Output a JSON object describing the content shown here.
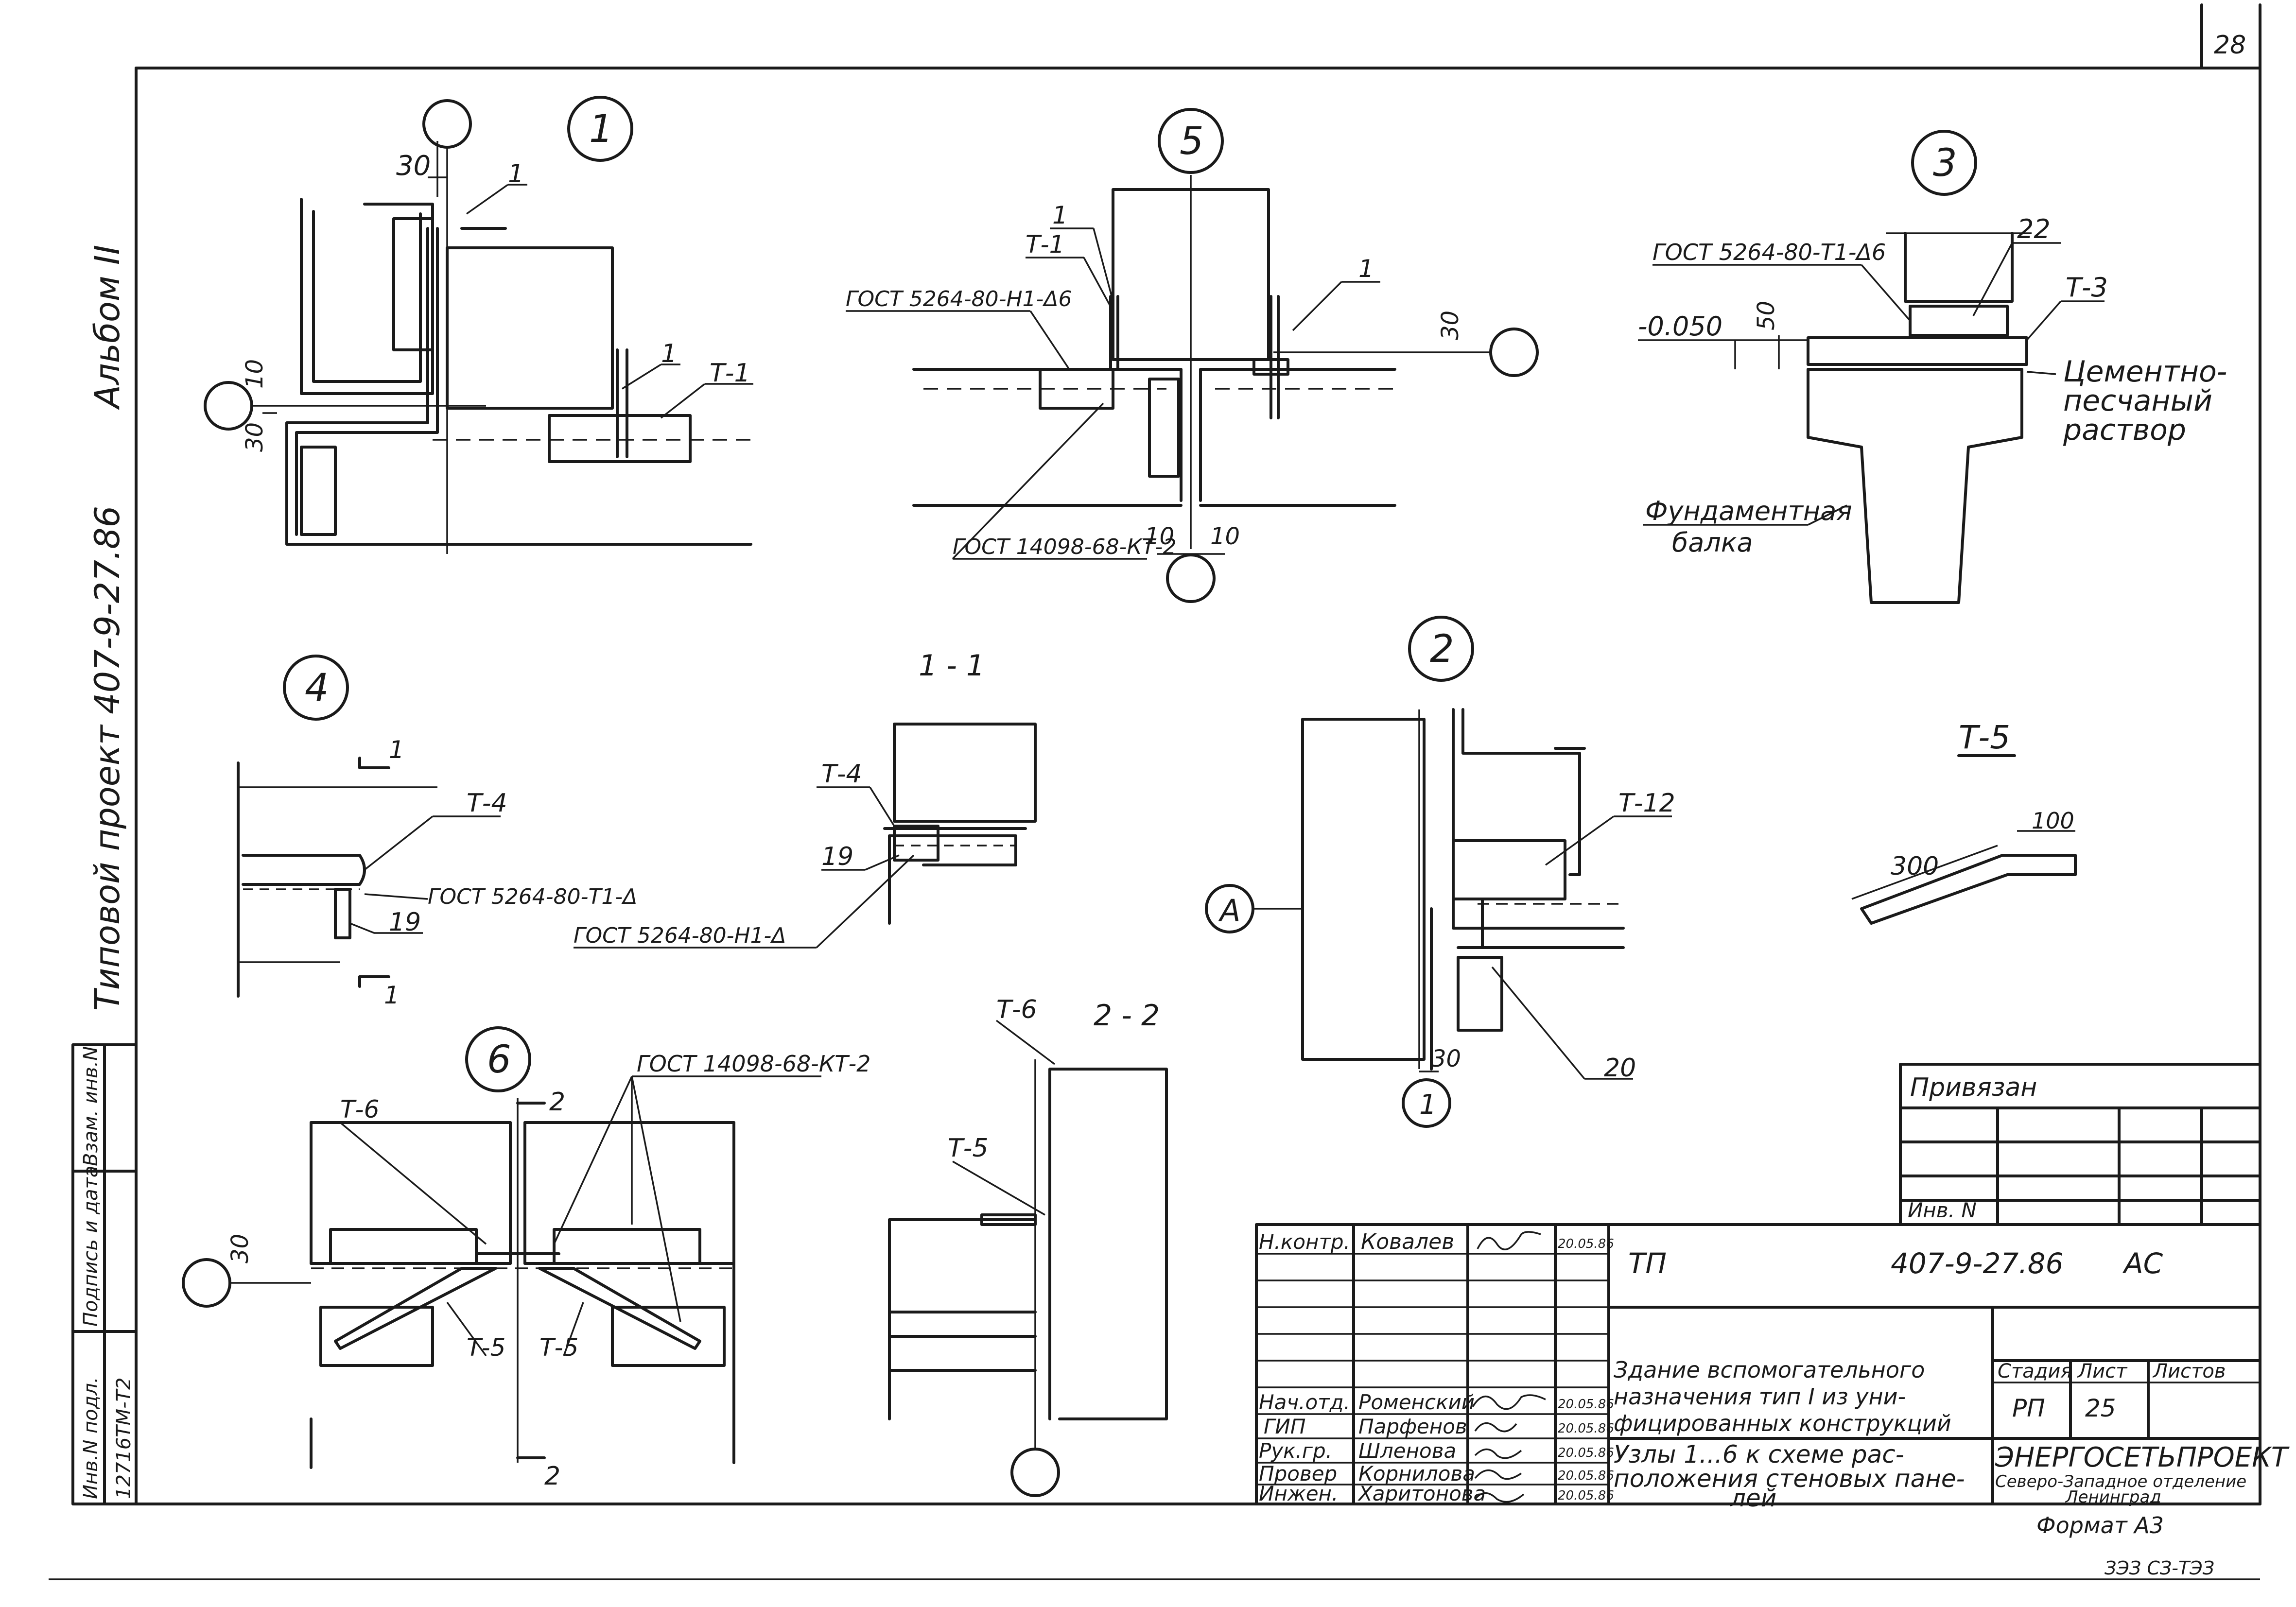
{
  "sheet": {
    "sheet_no": "28",
    "format": "Формат А3",
    "code_bottom": "ЗЭЗ СЗ-ТЭЗ"
  },
  "side": {
    "album": "Альбом II",
    "project": "Типовой проект 407-9-27.86",
    "inv_table": {
      "inv_podl": "Инв.N подл.",
      "podpis": "Подпись и дата",
      "vzam": "Взам. инв.N",
      "inv_value": "12716ТМ-Т2"
    }
  },
  "nodes": {
    "n1": {
      "tag": "1",
      "dims": [
        "30",
        "10",
        "30"
      ],
      "leaders": [
        "1",
        "1",
        "Т-1"
      ]
    },
    "n5": {
      "tag": "5",
      "dims": [
        "30",
        "10",
        "10"
      ],
      "leaders": [
        "1",
        "1",
        "Т-1"
      ],
      "gost_top": "ГОСТ 5264-80-Н1-Δ6",
      "gost_bot": "ГОСТ 14098-68-КТ-2"
    },
    "n3": {
      "tag": "3",
      "gost": "ГОСТ 5264-80-Т1-Δ6",
      "level": "-0.050",
      "dim": "50",
      "leaders": [
        "22",
        "Т-3"
      ],
      "mortar": [
        "Цементно-",
        "песчаный",
        "раствор"
      ],
      "beam": [
        "Фундаментная",
        "балка"
      ]
    },
    "n4": {
      "tag": "4",
      "section_mark": "1",
      "leaders": [
        "Т-4",
        "19"
      ],
      "gost1": "ГОСТ 5264-80-Т1-Δ",
      "gost2": "ГОСТ 5264-80-Н1-Δ"
    },
    "s11": {
      "title": "1 - 1",
      "leaders": [
        "Т-4",
        "19"
      ]
    },
    "n2": {
      "tag": "2",
      "axis": "А",
      "axis_num": "1",
      "dim": "30",
      "leaders": [
        "Т-12",
        "20"
      ]
    },
    "t5": {
      "title": "Т-5",
      "dims": [
        "300",
        "100"
      ]
    },
    "n6": {
      "tag": "6",
      "section_mark": "2",
      "dim": "30",
      "gost": "ГОСТ 14098-68-КТ-2",
      "leaders": [
        "Т-6",
        "Т-5",
        "Т-5"
      ]
    },
    "s22": {
      "title": "2 - 2",
      "leaders": [
        "Т-6",
        "Т-5"
      ]
    }
  },
  "stamp": {
    "privyazan": "Привязан",
    "inv_n": "Инв. N",
    "tp": "ТП",
    "code": "407-9-27.86",
    "mark": "АС",
    "title1": [
      "Здание вспомогательного",
      "назначения тип I из уни-",
      "фицированных конструкций"
    ],
    "title2": [
      "Узлы 1...6 к схеме рас-",
      "положения стеновых пане-",
      "лей"
    ],
    "stage_h": "Стадия",
    "sheet_h": "Лист",
    "sheets_h": "Листов",
    "stage": "РП",
    "sheet": "25",
    "org": "ЭНЕРГОСЕТЬПРОЕКТ",
    "org_sub": "Северо-Западное отделение",
    "city": "Ленинград",
    "people": [
      {
        "role": "Н.контр.",
        "name": "Ковалев",
        "date": "20.05.86"
      },
      {
        "role": "Нач.отд.",
        "name": "Роменский",
        "date": "20.05.86"
      },
      {
        "role": "ГИП",
        "name": "Парфенов",
        "date": "20.05.86"
      },
      {
        "role": "Рук.гр.",
        "name": "Шленова",
        "date": "20.05.86"
      },
      {
        "role": "Провер",
        "name": "Корнилова",
        "date": "20.05.86"
      },
      {
        "role": "Инжен.",
        "name": "Харитонова",
        "date": "20.05.86"
      }
    ]
  }
}
